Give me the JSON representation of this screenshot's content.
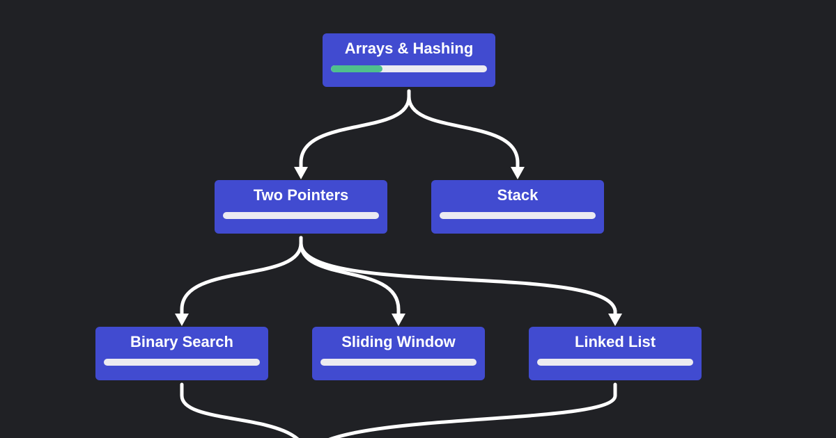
{
  "colors": {
    "background": "#202125",
    "node": "#414bd0",
    "track": "#ecebf1",
    "fill": "#4fc08d",
    "edge": "#ffffff"
  },
  "nodes": {
    "arrays_hashing": {
      "label": "Arrays & Hashing",
      "progress": 0.33
    },
    "two_pointers": {
      "label": "Two Pointers",
      "progress": 0
    },
    "stack": {
      "label": "Stack",
      "progress": 0
    },
    "binary_search": {
      "label": "Binary Search",
      "progress": 0
    },
    "sliding_window": {
      "label": "Sliding Window",
      "progress": 0
    },
    "linked_list": {
      "label": "Linked List",
      "progress": 0
    }
  },
  "edges": [
    {
      "from": "arrays_hashing",
      "to": "two_pointers"
    },
    {
      "from": "arrays_hashing",
      "to": "stack"
    },
    {
      "from": "two_pointers",
      "to": "binary_search"
    },
    {
      "from": "two_pointers",
      "to": "sliding_window"
    },
    {
      "from": "two_pointers",
      "to": "linked_list"
    },
    {
      "from": "binary_search",
      "to": "offscreen_bottom"
    },
    {
      "from": "linked_list",
      "to": "offscreen_bottom"
    }
  ]
}
